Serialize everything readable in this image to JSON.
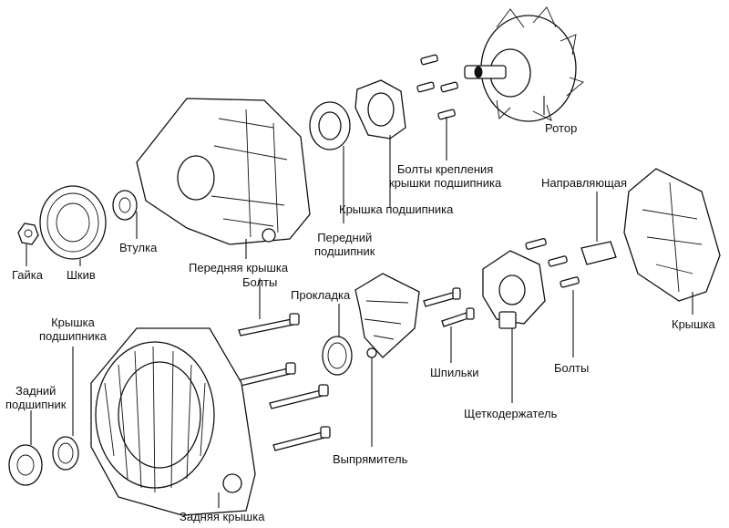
{
  "labels": {
    "rotor": "Ротор",
    "rotor_bolts": "Болты крепления\nкрышки подшипника",
    "bearing_cover": "Крышка подшипника",
    "front_bearing": "Передний\nподшипник",
    "bushing": "Втулка",
    "nut": "Гайка",
    "pulley": "Шкив",
    "front_cover": "Передняя крышка",
    "bolts_long": "Болты",
    "gasket": "Прокладка",
    "guide": "Направляющая",
    "cover": "Крышка",
    "studs": "Шпильки",
    "bolts_right": "Болты",
    "brush_holder": "Щеткодержатель",
    "rectifier": "Выпрямитель",
    "rear_bearing_cover": "Крышка\nподшипника",
    "rear_bearing": "Задний\nподшипник",
    "rear_cover": "Задняя крышка"
  }
}
